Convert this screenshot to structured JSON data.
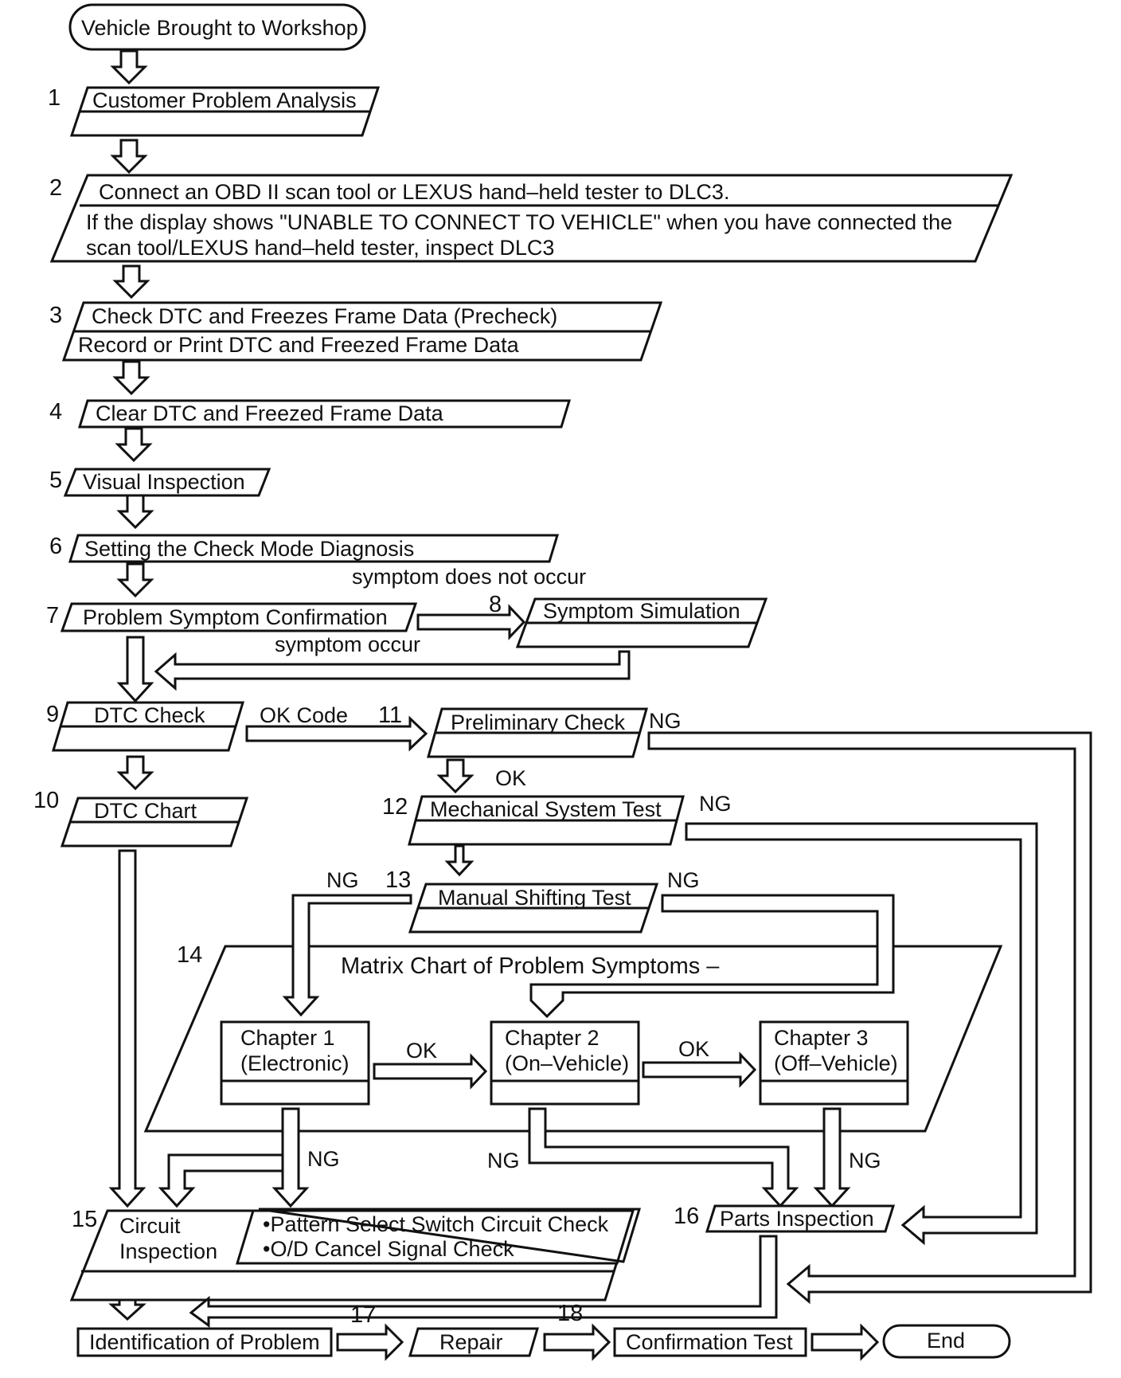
{
  "start": "Vehicle Brought to Workshop",
  "steps": [
    {
      "num": "1",
      "label": "Customer Problem Analysis"
    },
    {
      "num": "2",
      "line1": "Connect an OBD II scan tool or LEXUS hand–held tester to DLC3.",
      "line2": "If the display shows \"UNABLE TO CONNECT TO VEHICLE\" when you have connected the",
      "line3": "scan tool/LEXUS hand–held tester, inspect DLC3"
    },
    {
      "num": "3",
      "line1": "Check DTC and Freezes Frame Data (Precheck)",
      "line2": "Record or Print DTC and  Freezed Frame Data"
    },
    {
      "num": "4",
      "label": "Clear DTC and Freezed Frame Data"
    },
    {
      "num": "5",
      "label": "Visual Inspection"
    },
    {
      "num": "6",
      "label": "Setting the Check Mode Diagnosis"
    },
    {
      "num": "7",
      "label": "Problem Symptom Confirmation"
    },
    {
      "num": "8",
      "label": "Symptom Simulation"
    },
    {
      "num": "9",
      "label": "DTC Check"
    },
    {
      "num": "10",
      "label": "DTC Chart"
    },
    {
      "num": "11",
      "label": "Preliminary Check"
    },
    {
      "num": "12",
      "label": "Mechanical System Test"
    },
    {
      "num": "13",
      "label": "Manual Shifting Test"
    },
    {
      "num": "14",
      "label": "Matrix Chart of Problem Symptoms –"
    },
    {
      "num": "15",
      "line1": "Circuit",
      "line2": "Inspection"
    },
    {
      "num": "16",
      "label": "Parts Inspection"
    },
    {
      "num": "17",
      "label": "Repair"
    },
    {
      "num": "18",
      "label": "Confirmation Test"
    }
  ],
  "chapters": [
    {
      "line1": "Chapter 1",
      "line2": "(Electronic)"
    },
    {
      "line1": "Chapter 2",
      "line2": "(On–Vehicle)"
    },
    {
      "line1": "Chapter 3",
      "line2": "(Off–Vehicle)"
    }
  ],
  "circuit_checks": [
    "•Pattern Select Switch Circuit Check",
    "•O/D Cancel Signal Check"
  ],
  "identification": "Identification of Problem",
  "end": "End",
  "labels": {
    "symptom_not_occur": "symptom does not occur",
    "symptom_occur": "symptom occur",
    "ok_code": "OK Code",
    "ok": "OK",
    "ng": "NG"
  }
}
